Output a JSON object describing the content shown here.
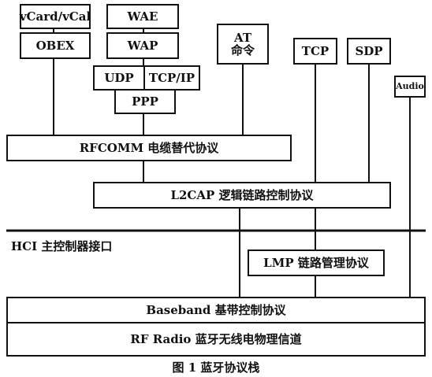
{
  "boxes": {
    "vcard": "vCard/vCal",
    "wae": "WAE",
    "obex": "OBEX",
    "wap": "WAP",
    "at_line1": "AT",
    "at_line2": "命令",
    "tcp_top": "TCP",
    "sdp": "SDP",
    "audio": "Audio",
    "udp": "UDP",
    "tcpip": "TCP/IP",
    "ppp": "PPP",
    "rfcomm": "RFCOMM 电缆替代协议",
    "l2cap": "L2CAP 逻辑链路控制协议",
    "lmp": "LMP 链路管理协议",
    "baseband": "Baseband 基带控制协议",
    "rf": "RF  Radio 蓝牙无线电物理信道"
  },
  "hci_label": "HCI 主控制器接口",
  "caption": "图 1  蓝牙协议栈"
}
